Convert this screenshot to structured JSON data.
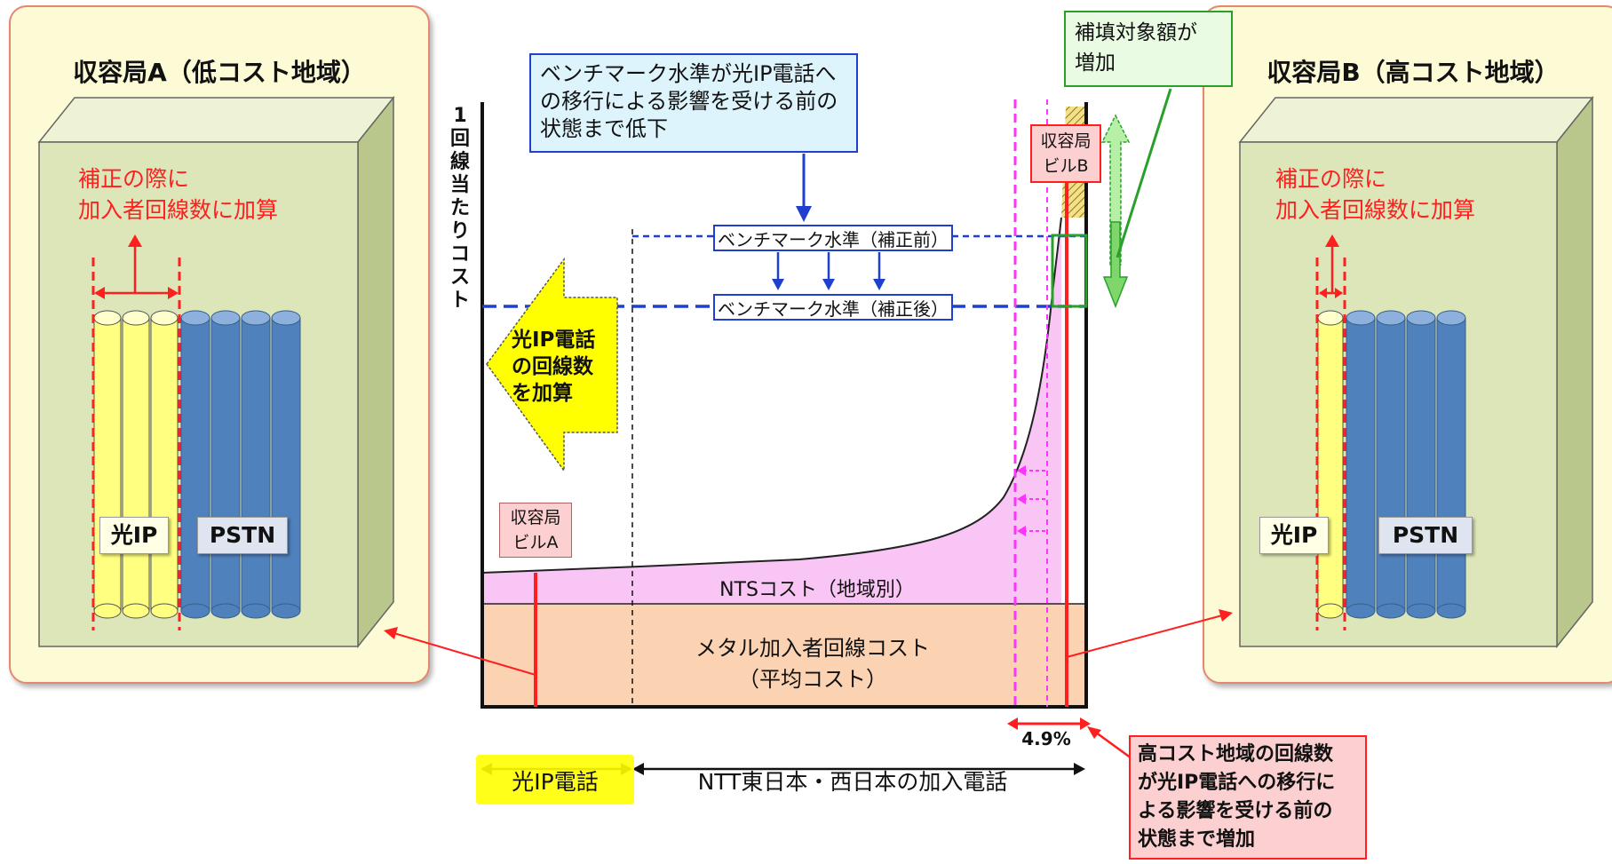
{
  "panel_a": {
    "title": "収容局A（低コスト地域）",
    "note": "補正の際に\n加入者回線数に加算",
    "label_ip": "光IP",
    "label_pstn": "PSTN"
  },
  "panel_b": {
    "title": "収容局B（高コスト地域）",
    "note": "補正の際に\n加入者回線数に加算",
    "label_ip": "光IP",
    "label_pstn": "PSTN"
  },
  "chart": {
    "y_axis_label": "1回線当たりコスト",
    "benchmark_callout": "ベンチマーク水準が光IP電話へ\nの移行による影響を受ける前の\n状態まで低下",
    "benchmark_before": "ベンチマーク水準（補正前）",
    "benchmark_after": "ベンチマーク水準（補正後）",
    "add_arrow_label": "光IP電話\nの回線数\nを加算",
    "compensation_callout": "補填対象額が\n増加",
    "building_b": "収容局\nビルB",
    "building_a": "収容局\nビルA",
    "nts_label": "NTSコスト（地域別）",
    "metal_label": "メタル加入者回線コスト",
    "metal_sub": "（平均コスト）",
    "percent": "4.9%",
    "hikari_ip": "光IP電話",
    "ntt_phones": "NTT東日本・西日本の加入電話",
    "high_cost_callout": "高コスト地域の回線数\nが光IP電話への移行に\nよる影響を受ける前の\n状態まで増加"
  },
  "colors": {
    "panel_bg": "#fdfbd5",
    "panel_border": "#e88770",
    "cabinet_front": "#dde6b9",
    "cylinder_yellow": "#ffff80",
    "cylinder_blue": "#4f81bd",
    "nts_pink": "#f9c5f5",
    "metal_peach": "#fbd3b3",
    "callout_blue_bg": "#ddf4fc",
    "callout_green_bg": "#eafbe4",
    "callout_red_bg": "#fcd0d0",
    "highlight_yellow": "#ffff00",
    "red": "#ff1f1f",
    "benchmark_blue": "#1f3fcf",
    "magenta": "#ff33ff"
  }
}
